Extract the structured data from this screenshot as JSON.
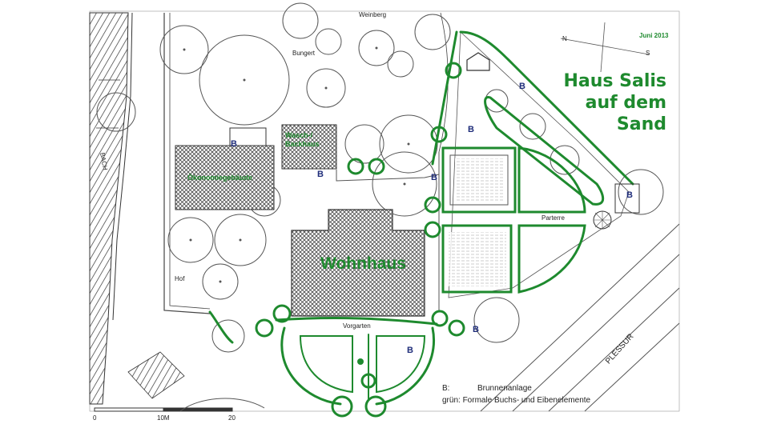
{
  "map": {
    "title_lines": [
      "Haus Salis",
      "auf dem",
      "Sand"
    ],
    "date": "Juni 2013",
    "labels": {
      "weinberg": "Weinberg",
      "bungert": "Bungert",
      "wasch": "Wasch-/\nBackhaus",
      "oekonomie": "Ökonomiegebäude",
      "wohnhaus": "Wohnhaus",
      "parterre": "Parterre",
      "vergarten": "Vorgarten",
      "hof": "Hof",
      "bach": "BACH",
      "plessur": "PLESSUR"
    },
    "brunnen_marker": "B",
    "legend": {
      "b_key": "B:",
      "b_text": "Brunnenanlage",
      "green_text": "grün: Formale Buchs- und Eibenelemente"
    },
    "scale": {
      "labels": [
        "0",
        "10M",
        "20"
      ]
    },
    "north": {
      "n": "N",
      "s": "S"
    },
    "colors": {
      "green": "#1e8a2e",
      "blue": "#1f2d7a",
      "ink": "#333333"
    }
  }
}
